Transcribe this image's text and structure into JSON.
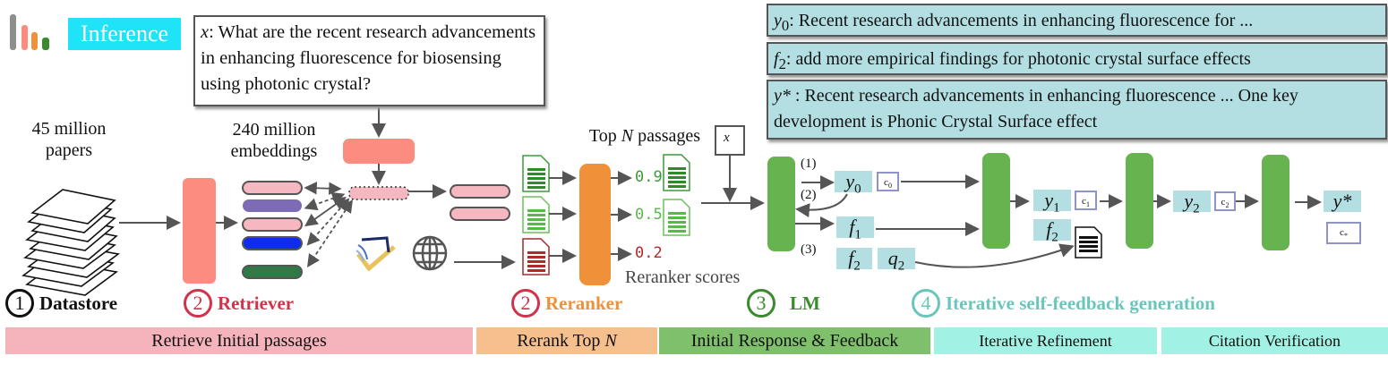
{
  "header": {
    "badge_label": "Inference",
    "logo_icon": "bar-logo-icon"
  },
  "query": {
    "prefix": "x",
    "text": ": What are the recent research advancements in enhancing fluorescence for biosensing using photonic crystal?"
  },
  "outputs": [
    {
      "symbol": "y",
      "sub": "0",
      "text": ": Recent research advancements in enhancing fluorescence for ..."
    },
    {
      "symbol": "f",
      "sub": "2",
      "text": ": add more empirical findings for photonic crystal surface effects"
    },
    {
      "symbol": "y*",
      "sub": "",
      "text": " : Recent research advancements in enhancing fluorescence ... One key development is Phonic Crystal Surface effect"
    }
  ],
  "datastore": {
    "count_label_line1": "45 million",
    "count_label_line2": "papers"
  },
  "retriever": {
    "count_label_line1": "240 million",
    "count_label_line2": "embeddings"
  },
  "reranker": {
    "top_label_prefix": "Top ",
    "top_label_n": "N",
    "top_label_suffix": " passages",
    "scores": [
      "0.9",
      "0.5",
      "0.2"
    ],
    "scores_label": "Reranker scores",
    "x_label": "x"
  },
  "lm": {
    "arrow_labels": [
      "(1)",
      "(2)",
      "(3)"
    ],
    "cells": {
      "y0": "y0",
      "f1": "f1",
      "f2": "f2",
      "q2": "q2",
      "y1": "y1",
      "f2b": "f2",
      "y2": "y2",
      "ystar": "y*"
    },
    "citations": [
      "c0",
      "c1",
      "c2",
      "c*"
    ]
  },
  "steps": [
    {
      "number": "1",
      "label": "Datastore",
      "color": "#111111"
    },
    {
      "number": "2",
      "label": "Retriever",
      "color": "#d1334a"
    },
    {
      "number": "2",
      "label": "Reranker",
      "color": "#f0913a",
      "circle_color": "#d1334a"
    },
    {
      "number": "3",
      "label": "LM",
      "color": "#3c8a2e"
    },
    {
      "number": "4",
      "label": "Iterative self-feedback generation",
      "color": "#6cc5bb"
    }
  ],
  "bands": [
    {
      "label": "Retrieve Initial passages",
      "color": "#f5b3bb"
    },
    {
      "label": "Rerank Top N",
      "color": "#f6c08e"
    },
    {
      "label": "Initial Response & Feedback",
      "color": "#7fc06c"
    },
    {
      "label": "Iterative Refinement",
      "color": "#a1f2e4"
    },
    {
      "label": "Citation Verification",
      "color": "#a1f2e4"
    }
  ],
  "colors": {
    "retriever": "#fc8b80",
    "reranker": "#f0913a",
    "lm": "#67b34f",
    "cell": "#b3dfe3",
    "badge": "#1fe3f7"
  }
}
